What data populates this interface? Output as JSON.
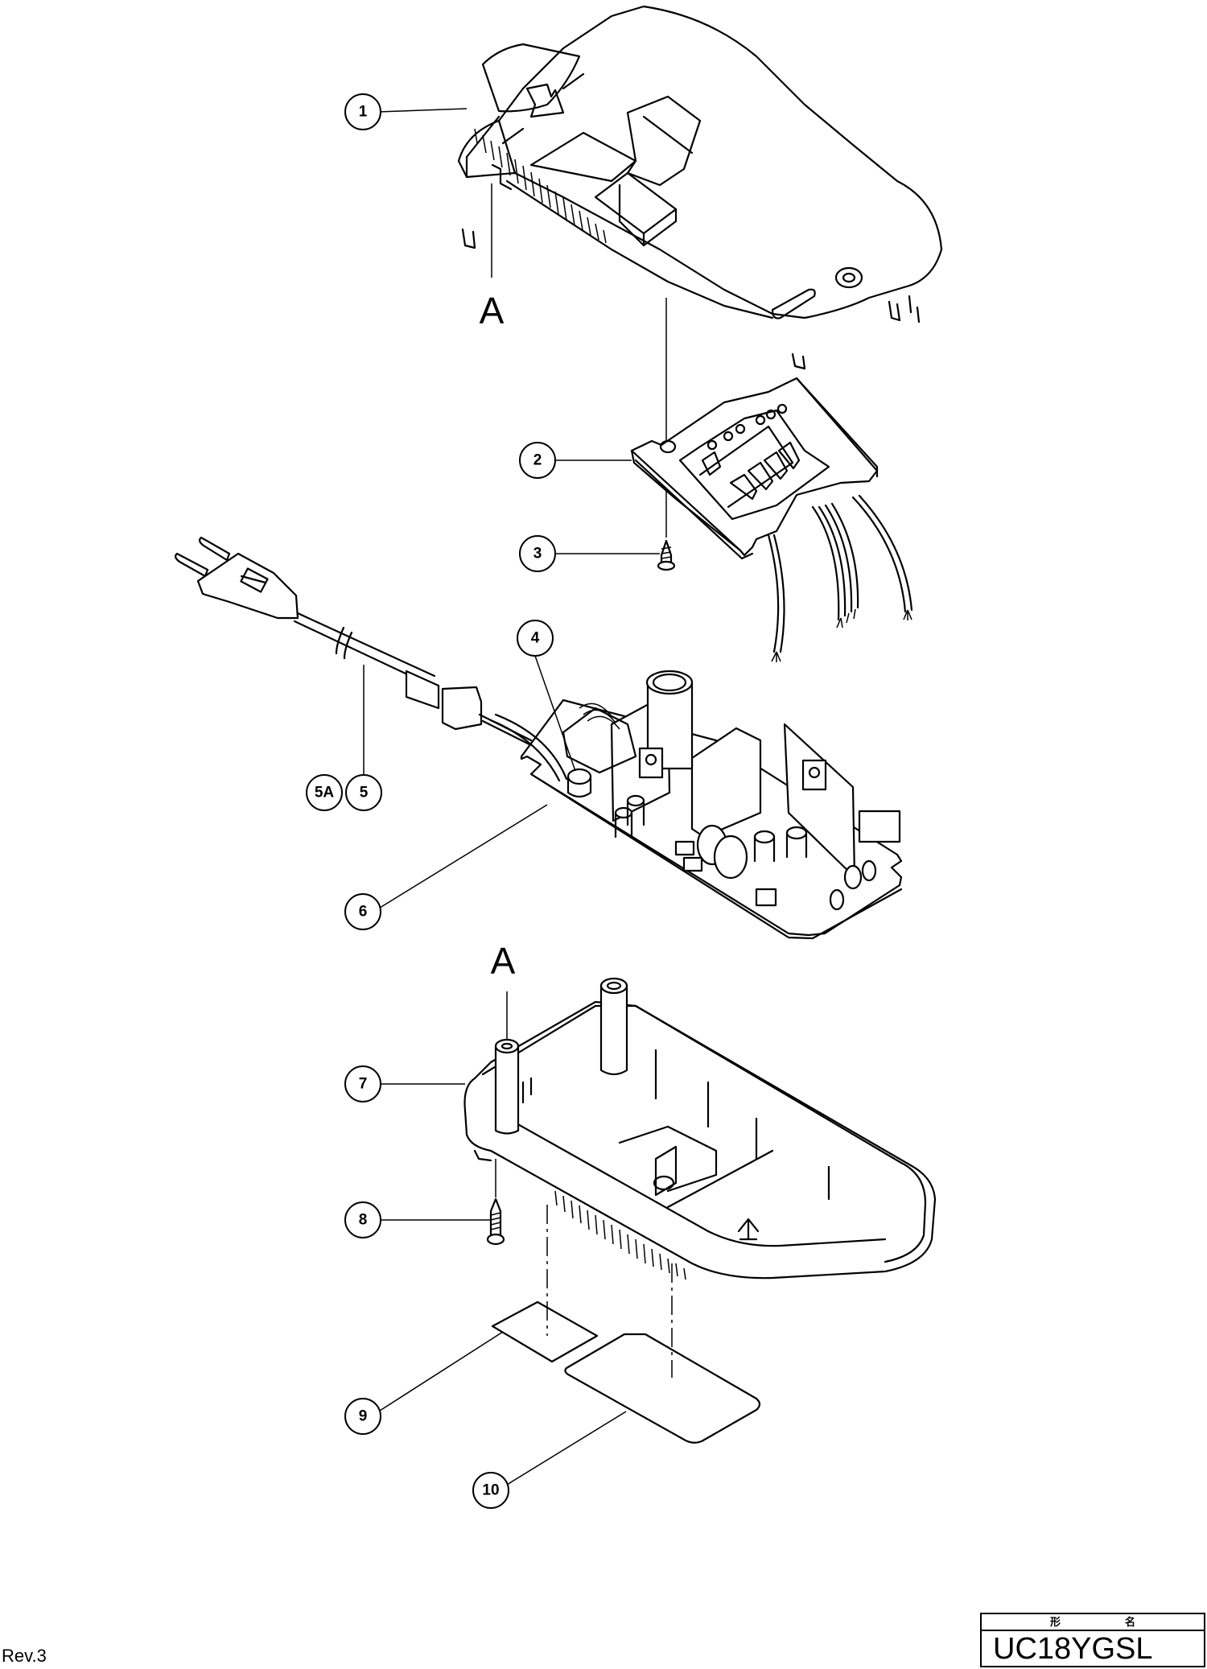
{
  "diagram": {
    "title": "Exploded parts diagram — battery charger",
    "callouts": [
      {
        "id": "1",
        "label": "1"
      },
      {
        "id": "2",
        "label": "2"
      },
      {
        "id": "3",
        "label": "3"
      },
      {
        "id": "4",
        "label": "4"
      },
      {
        "id": "5A",
        "label": "5A"
      },
      {
        "id": "5",
        "label": "5"
      },
      {
        "id": "6",
        "label": "6"
      },
      {
        "id": "7",
        "label": "7"
      },
      {
        "id": "8",
        "label": "8"
      },
      {
        "id": "9",
        "label": "9"
      },
      {
        "id": "10",
        "label": "10"
      }
    ],
    "reference_marks": {
      "upper": "A",
      "lower": "A"
    },
    "parts": [
      {
        "callout": "1",
        "name": "Upper housing"
      },
      {
        "callout": "2",
        "name": "Terminal block with lead wires"
      },
      {
        "callout": "3",
        "name": "Tapping screw"
      },
      {
        "callout": "4",
        "name": "Component on PCB"
      },
      {
        "callout": "5",
        "name": "Power cord with plug"
      },
      {
        "callout": "5A",
        "name": "Power cord variant"
      },
      {
        "callout": "6",
        "name": "Printed circuit board assembly"
      },
      {
        "callout": "7",
        "name": "Lower housing"
      },
      {
        "callout": "8",
        "name": "Tapping screw"
      },
      {
        "callout": "9",
        "name": "Small label"
      },
      {
        "callout": "10",
        "name": "Name plate"
      }
    ]
  },
  "footer": {
    "revision": "Rev.3",
    "model_header_left": "形",
    "model_header_right": "名",
    "model_name": "UC18YGSL"
  }
}
